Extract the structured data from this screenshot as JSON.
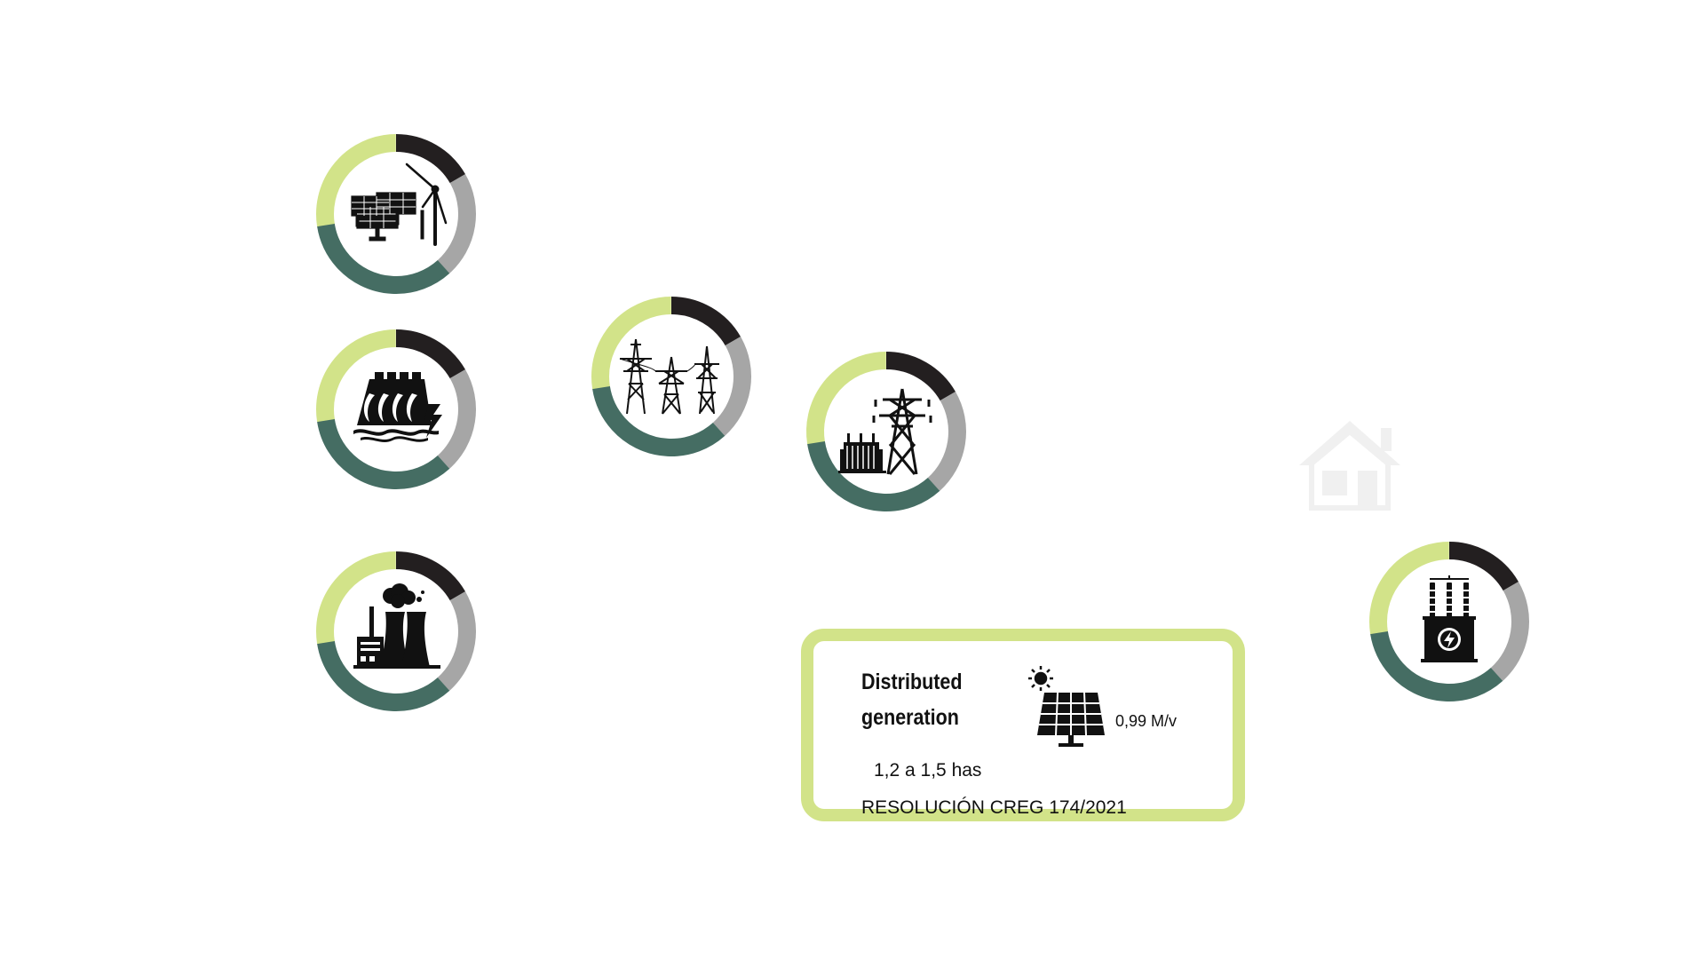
{
  "colors": {
    "light_green": "#d2e389",
    "dark_teal": "#456d63",
    "gray": "#a6a6a6",
    "black": "#231f20",
    "icon": "#111111"
  },
  "ring_segments": [
    "black",
    "gray",
    "dark_teal",
    "light_green"
  ],
  "nodes": [
    {
      "name": "solar-wind-generation",
      "icon": "solar-wind-icon"
    },
    {
      "name": "hydro-generation",
      "icon": "hydro-dam-icon"
    },
    {
      "name": "thermal-generation",
      "icon": "thermal-plant-icon"
    },
    {
      "name": "transmission-network",
      "icon": "transmission-towers-icon"
    },
    {
      "name": "substation",
      "icon": "substation-icon"
    },
    {
      "name": "distribution-transformer",
      "icon": "transformer-icon"
    }
  ],
  "distributed_generation": {
    "title_line1": "Distributed",
    "title_line2": "generation",
    "value": "0,99 M/v",
    "area": "1,2 a 1,5 has",
    "regulation": "RESOLUCIÓN CREG 174/2021",
    "icon": "solar-panel-icon"
  },
  "faded_icon": "house-icon"
}
